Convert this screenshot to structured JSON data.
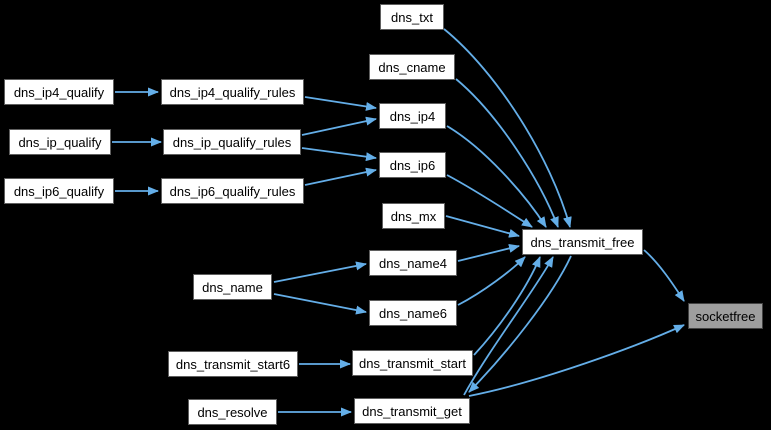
{
  "colors": {
    "background": "#000000",
    "edge": "#64aee8",
    "node_fill": "#ffffff",
    "node_border": "#5f5f5f",
    "node_text": "#000000",
    "highlight_fill": "#9e9e9e",
    "highlight_border": "#424242"
  },
  "graph": {
    "type": "caller-graph",
    "highlighted_node": "socketfree"
  },
  "nodes": [
    {
      "id": "dns_txt",
      "label": "dns_txt",
      "highlighted": false
    },
    {
      "id": "dns_cname",
      "label": "dns_cname",
      "highlighted": false
    },
    {
      "id": "dns_ip4_qualify",
      "label": "dns_ip4_qualify",
      "highlighted": false
    },
    {
      "id": "dns_ip4_qualify_rules",
      "label": "dns_ip4_qualify_rules",
      "highlighted": false
    },
    {
      "id": "dns_ip4",
      "label": "dns_ip4",
      "highlighted": false
    },
    {
      "id": "dns_ip_qualify",
      "label": "dns_ip_qualify",
      "highlighted": false
    },
    {
      "id": "dns_ip_qualify_rules",
      "label": "dns_ip_qualify_rules",
      "highlighted": false
    },
    {
      "id": "dns_ip6_qualify",
      "label": "dns_ip6_qualify",
      "highlighted": false
    },
    {
      "id": "dns_ip6_qualify_rules",
      "label": "dns_ip6_qualify_rules",
      "highlighted": false
    },
    {
      "id": "dns_ip6",
      "label": "dns_ip6",
      "highlighted": false
    },
    {
      "id": "dns_mx",
      "label": "dns_mx",
      "highlighted": false
    },
    {
      "id": "dns_name",
      "label": "dns_name",
      "highlighted": false
    },
    {
      "id": "dns_name4",
      "label": "dns_name4",
      "highlighted": false
    },
    {
      "id": "dns_name6",
      "label": "dns_name6",
      "highlighted": false
    },
    {
      "id": "dns_transmit_start6",
      "label": "dns_transmit_start6",
      "highlighted": false
    },
    {
      "id": "dns_transmit_start",
      "label": "dns_transmit_start",
      "highlighted": false
    },
    {
      "id": "dns_resolve",
      "label": "dns_resolve",
      "highlighted": false
    },
    {
      "id": "dns_transmit_get",
      "label": "dns_transmit_get",
      "highlighted": false
    },
    {
      "id": "dns_transmit_free",
      "label": "dns_transmit_free",
      "highlighted": false
    },
    {
      "id": "socketfree",
      "label": "socketfree",
      "highlighted": true
    }
  ],
  "edges": [
    {
      "from": "dns_ip4_qualify",
      "to": "dns_ip4_qualify_rules"
    },
    {
      "from": "dns_ip_qualify",
      "to": "dns_ip_qualify_rules"
    },
    {
      "from": "dns_ip6_qualify",
      "to": "dns_ip6_qualify_rules"
    },
    {
      "from": "dns_ip4_qualify_rules",
      "to": "dns_ip4"
    },
    {
      "from": "dns_ip_qualify_rules",
      "to": "dns_ip4"
    },
    {
      "from": "dns_ip_qualify_rules",
      "to": "dns_ip6"
    },
    {
      "from": "dns_ip6_qualify_rules",
      "to": "dns_ip6"
    },
    {
      "from": "dns_txt",
      "to": "dns_transmit_free"
    },
    {
      "from": "dns_cname",
      "to": "dns_transmit_free"
    },
    {
      "from": "dns_ip4",
      "to": "dns_transmit_free"
    },
    {
      "from": "dns_ip6",
      "to": "dns_transmit_free"
    },
    {
      "from": "dns_mx",
      "to": "dns_transmit_free"
    },
    {
      "from": "dns_name",
      "to": "dns_name4"
    },
    {
      "from": "dns_name",
      "to": "dns_name6"
    },
    {
      "from": "dns_name4",
      "to": "dns_transmit_free"
    },
    {
      "from": "dns_name6",
      "to": "dns_transmit_free"
    },
    {
      "from": "dns_transmit_start6",
      "to": "dns_transmit_start"
    },
    {
      "from": "dns_transmit_start",
      "to": "dns_transmit_free"
    },
    {
      "from": "dns_resolve",
      "to": "dns_transmit_get"
    },
    {
      "from": "dns_transmit_get",
      "to": "dns_transmit_free"
    },
    {
      "from": "dns_transmit_free",
      "to": "dns_transmit_get"
    },
    {
      "from": "dns_transmit_free",
      "to": "socketfree"
    },
    {
      "from": "dns_transmit_get",
      "to": "socketfree"
    }
  ]
}
